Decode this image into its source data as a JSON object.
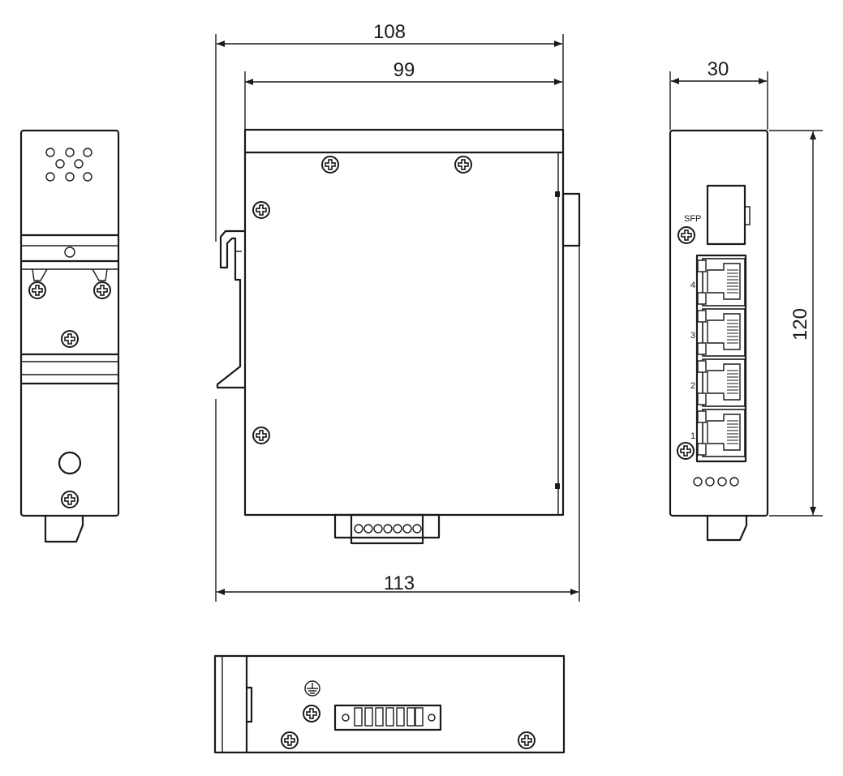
{
  "dimensions": {
    "overall_width": "108",
    "body_width": "99",
    "total_depth": "113",
    "front_width": "30",
    "height": "120"
  },
  "front_panel": {
    "sfp_label": "SFP",
    "port_labels": [
      "4",
      "3",
      "2",
      "1"
    ]
  },
  "colors": {
    "line": "#1a1a1a",
    "background": "#ffffff"
  }
}
